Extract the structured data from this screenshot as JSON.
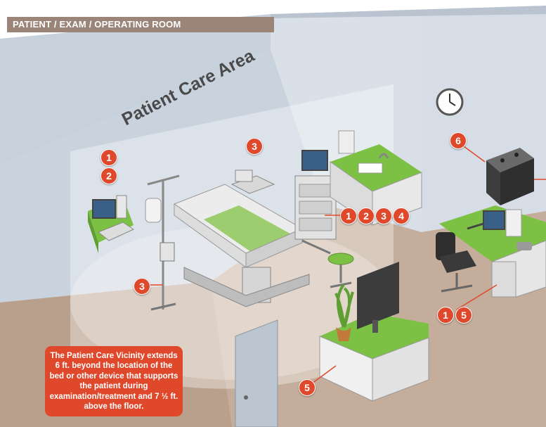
{
  "header": {
    "title": "PATIENT / EXAM / OPERATING ROOM"
  },
  "area_title": "Patient Care Area",
  "markers": {
    "computer_top": "1",
    "computer_bottom": "2",
    "shelf": "3",
    "cart_1": "1",
    "cart_2": "2",
    "cart_3": "3",
    "cart_4": "4",
    "iv_pole": "3",
    "wall_cabinet": "6",
    "desk_from": "1",
    "desk_to": "5",
    "counter": "5"
  },
  "note": {
    "text": "The Patient Care Vicinity extends 6 ft. beyond the location of the bed or other device that supports the patient during examination/treatment and 7 ½ ft. above the floor."
  },
  "colors": {
    "header_bar": "#9a8578",
    "marker": "#e0482b",
    "counter_green": "#7cc144",
    "wall": "#c9d3de",
    "floor": "#c2ab98"
  }
}
